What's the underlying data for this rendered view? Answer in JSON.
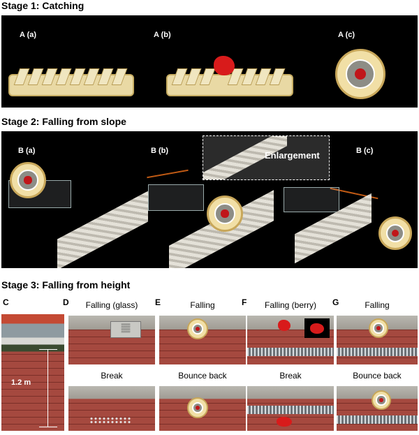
{
  "stages": {
    "stage1": "Stage 1: Catching",
    "stage2": "Stage 2: Falling from slope",
    "stage3": "Stage 3: Falling from height"
  },
  "stage1_labels": [
    "A (a)",
    "A (b)",
    "A (c)"
  ],
  "stage2_labels": [
    "B (a)",
    "B (b)",
    "B (c)"
  ],
  "enlargement_label": "Enlargement",
  "stage3_letters": [
    "C",
    "D",
    "E",
    "F",
    "G"
  ],
  "height_label": "1.2 m",
  "captions": {
    "d_top": "Falling (glass)",
    "d_bottom": "Break",
    "e_top": "Falling",
    "e_bottom": "Bounce back",
    "f_top": "Falling (berry)",
    "f_bottom": "Break",
    "g_top": "Falling",
    "g_bottom": "Bounce back"
  },
  "colors": {
    "panel_bg": "#000000",
    "berry": "#d81b1b",
    "module": "#f1dfa6",
    "brick": "#a5493f"
  }
}
